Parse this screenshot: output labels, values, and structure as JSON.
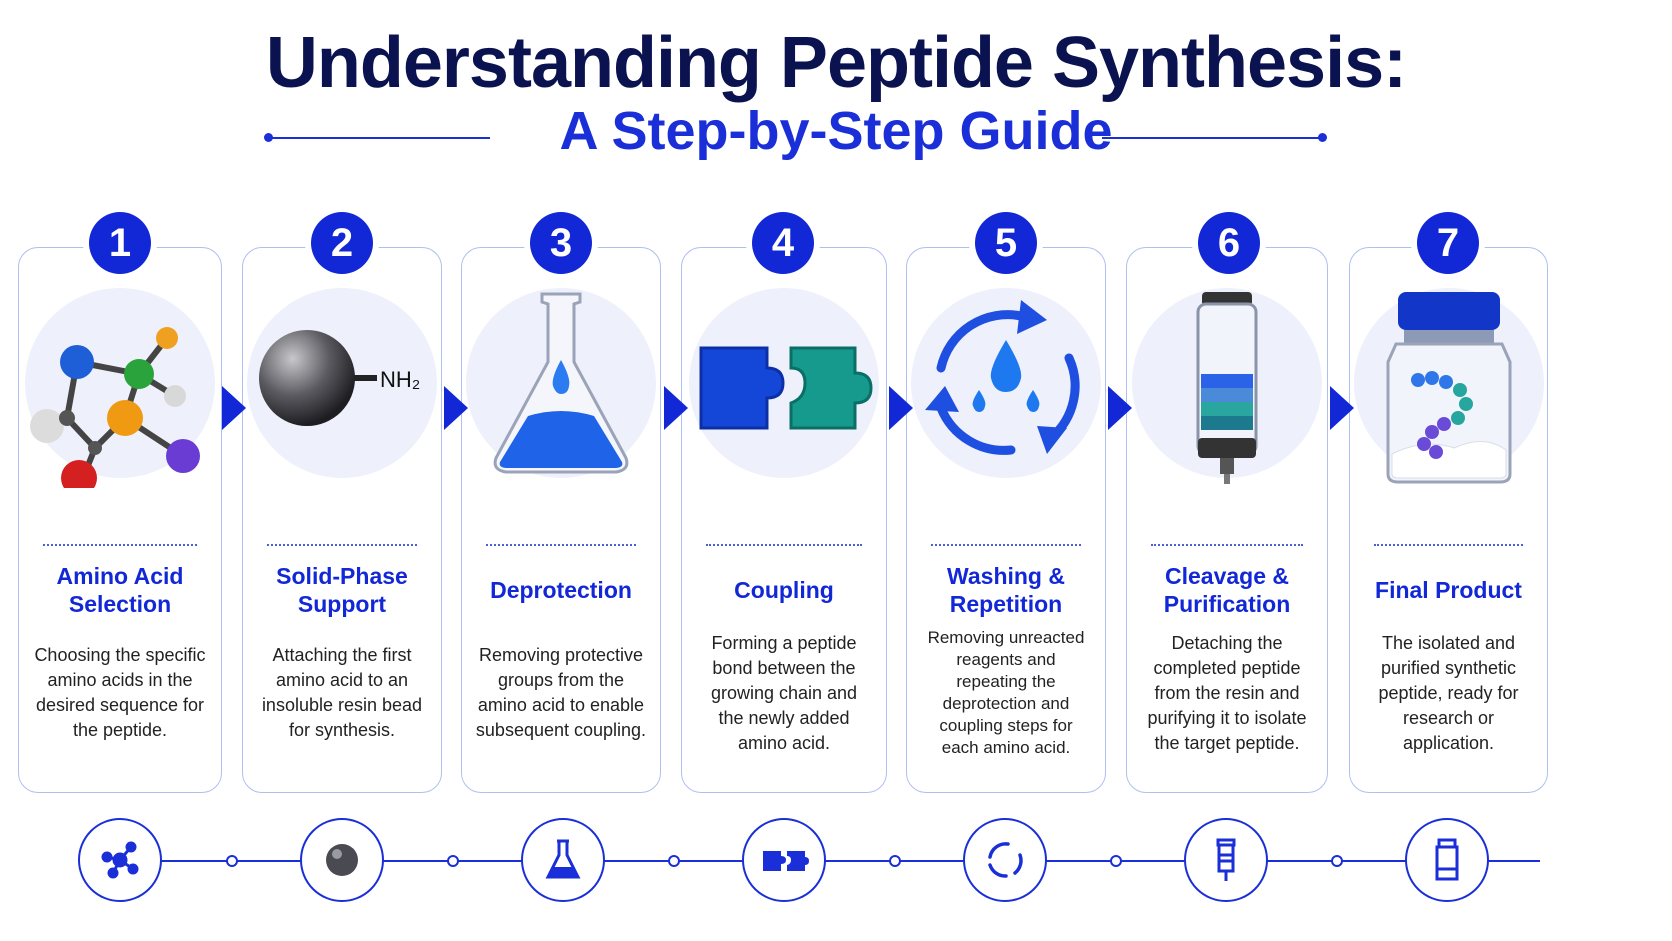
{
  "header": {
    "title": "Understanding Peptide Synthesis:",
    "subtitle": "A Step-by-Step Guide"
  },
  "colors": {
    "primary": "#1227d6",
    "navy": "#0b1250",
    "border": "#aebff2"
  },
  "steps": [
    {
      "number": "1",
      "title_lines": [
        "Amino Acid",
        "Selection"
      ],
      "desc_lines": [
        "Choosing the specific",
        "amino acids in the",
        "desired sequence for",
        "the peptide."
      ],
      "icon": "molecule-icon"
    },
    {
      "number": "2",
      "title_lines": [
        "Solid-Phase",
        "Support"
      ],
      "desc_lines": [
        "Attaching the first",
        "amino acid to an",
        "insoluble resin bead",
        "for synthesis."
      ],
      "icon": "resin-bead-icon",
      "bead_label": "NH₂"
    },
    {
      "number": "3",
      "title_lines": [
        "Deprotection"
      ],
      "desc_lines": [
        "Removing protective",
        "groups from the",
        "amino acid to enable",
        "subsequent coupling."
      ],
      "icon": "flask-icon"
    },
    {
      "number": "4",
      "title_lines": [
        "Coupling"
      ],
      "desc_lines": [
        "Forming a peptide",
        "bond between the",
        "growing chain and",
        "the newly added",
        "amino acid."
      ],
      "icon": "puzzle-icon"
    },
    {
      "number": "5",
      "title_lines": [
        "Washing &",
        "Repetition"
      ],
      "desc_lines": [
        "Removing unreacted",
        "reagents and",
        "repeating the",
        "deprotection and",
        "coupling steps for",
        "each amino acid."
      ],
      "icon": "cycle-icon"
    },
    {
      "number": "6",
      "title_lines": [
        "Cleavage &",
        "Purification"
      ],
      "desc_lines": [
        "Detaching the",
        "completed peptide",
        "from the resin and",
        "purifying it to isolate",
        "the target peptide."
      ],
      "icon": "column-icon"
    },
    {
      "number": "7",
      "title_lines": [
        "Final Product"
      ],
      "desc_lines": [
        "The isolated and",
        "purified synthetic",
        "peptide, ready for",
        "research or",
        "application."
      ],
      "icon": "vial-icon"
    }
  ]
}
